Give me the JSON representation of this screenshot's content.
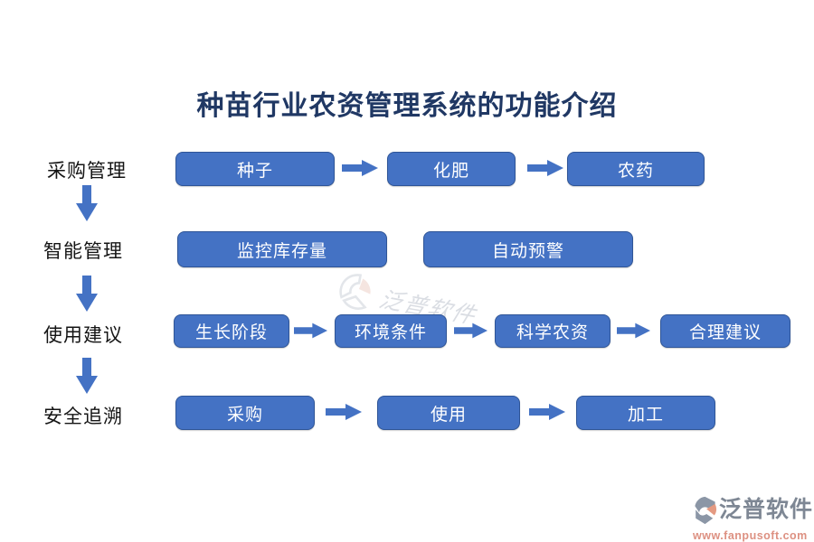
{
  "title": "种苗行业农资管理系统的功能介绍",
  "colors": {
    "box_fill": "#4472C4",
    "box_border": "#2F5597",
    "arrow": "#4472C4",
    "title_text": "#203864",
    "watermark_gray": "#aeb6c2",
    "brand_gray": "#7e8794",
    "brand_salmon": "#dd9182"
  },
  "rows": [
    {
      "label": "采购管理",
      "boxes": [
        {
          "label": "种子"
        },
        {
          "label": "化肥"
        },
        {
          "label": "农药"
        }
      ]
    },
    {
      "label": "智能管理",
      "boxes": [
        {
          "label": "监控库存量"
        },
        {
          "label": "自动预警"
        }
      ]
    },
    {
      "label": "使用建议",
      "boxes": [
        {
          "label": "生长阶段"
        },
        {
          "label": "环境条件"
        },
        {
          "label": "科学农资"
        },
        {
          "label": "合理建议"
        }
      ]
    },
    {
      "label": "安全追溯",
      "boxes": [
        {
          "label": "采购"
        },
        {
          "label": "使用"
        },
        {
          "label": "加工"
        }
      ]
    }
  ],
  "watermark": {
    "text": "泛普软件"
  },
  "footer": {
    "brand": "泛普软件",
    "url": "www.fanpusoft.com"
  }
}
